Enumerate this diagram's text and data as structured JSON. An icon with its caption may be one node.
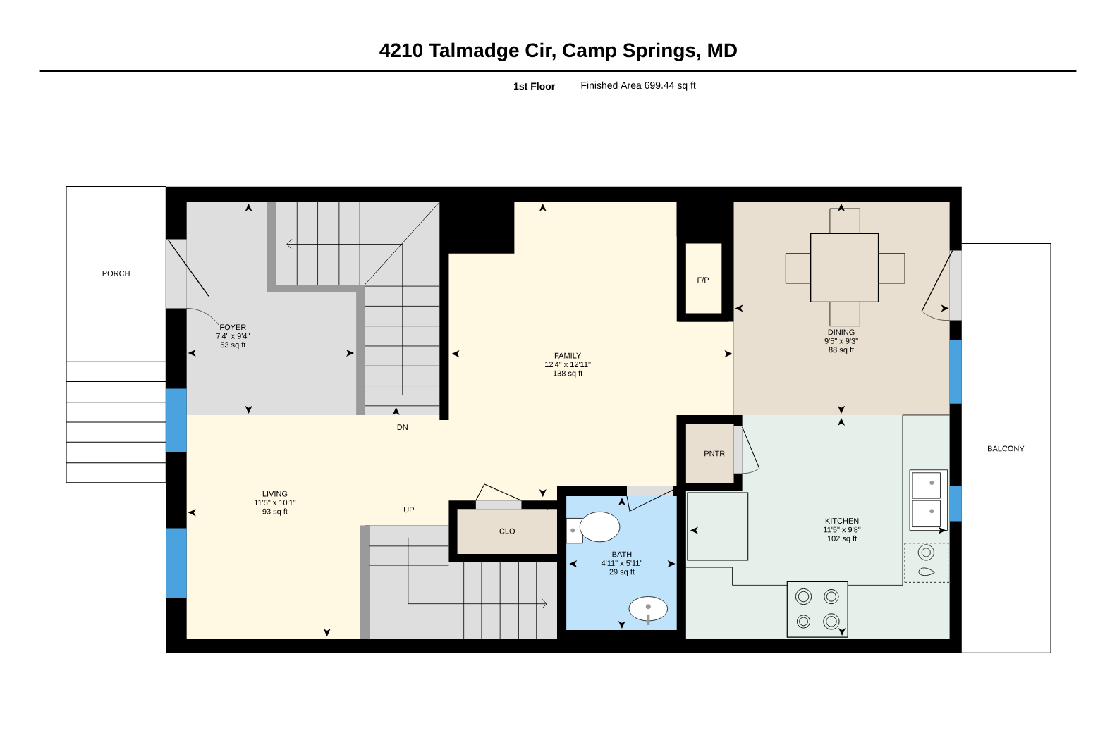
{
  "diagram": {
    "title": "4210 Talmadge Cir, Camp Springs, MD",
    "nodes": [
      {
        "text": [
          "PORCH"
        ]
      },
      {
        "text": [
          "FOYER",
          "7'4\" x 9'4\"",
          "53 sq ft"
        ]
      },
      {
        "text": [
          "FAMILY",
          "12'4\" x 12'11\"",
          "138 sq ft"
        ]
      },
      {
        "text": [
          "F/P"
        ]
      },
      {
        "text": [
          "DINING",
          "9'5\" x 9'3\"",
          "88 sq ft"
        ]
      },
      {
        "text": [
          "LIVING",
          "11'5\" x 10'1\"",
          "93 sq ft"
        ]
      },
      {
        "text": [
          "PNTR"
        ]
      },
      {
        "text": [
          "CLO"
        ]
      },
      {
        "text": [
          "BATH",
          "4'11\" x 5'11\"",
          "29 sq ft"
        ]
      },
      {
        "text": [
          "KITCHEN",
          "11'5\" x 9'8\"",
          "102 sq ft"
        ]
      },
      {
        "text": [
          "BALCONY"
        ]
      }
    ],
    "labels": [
      "1st Floor",
      "Finished Area 699.44 sq ft",
      "DN",
      "UP"
    ]
  }
}
